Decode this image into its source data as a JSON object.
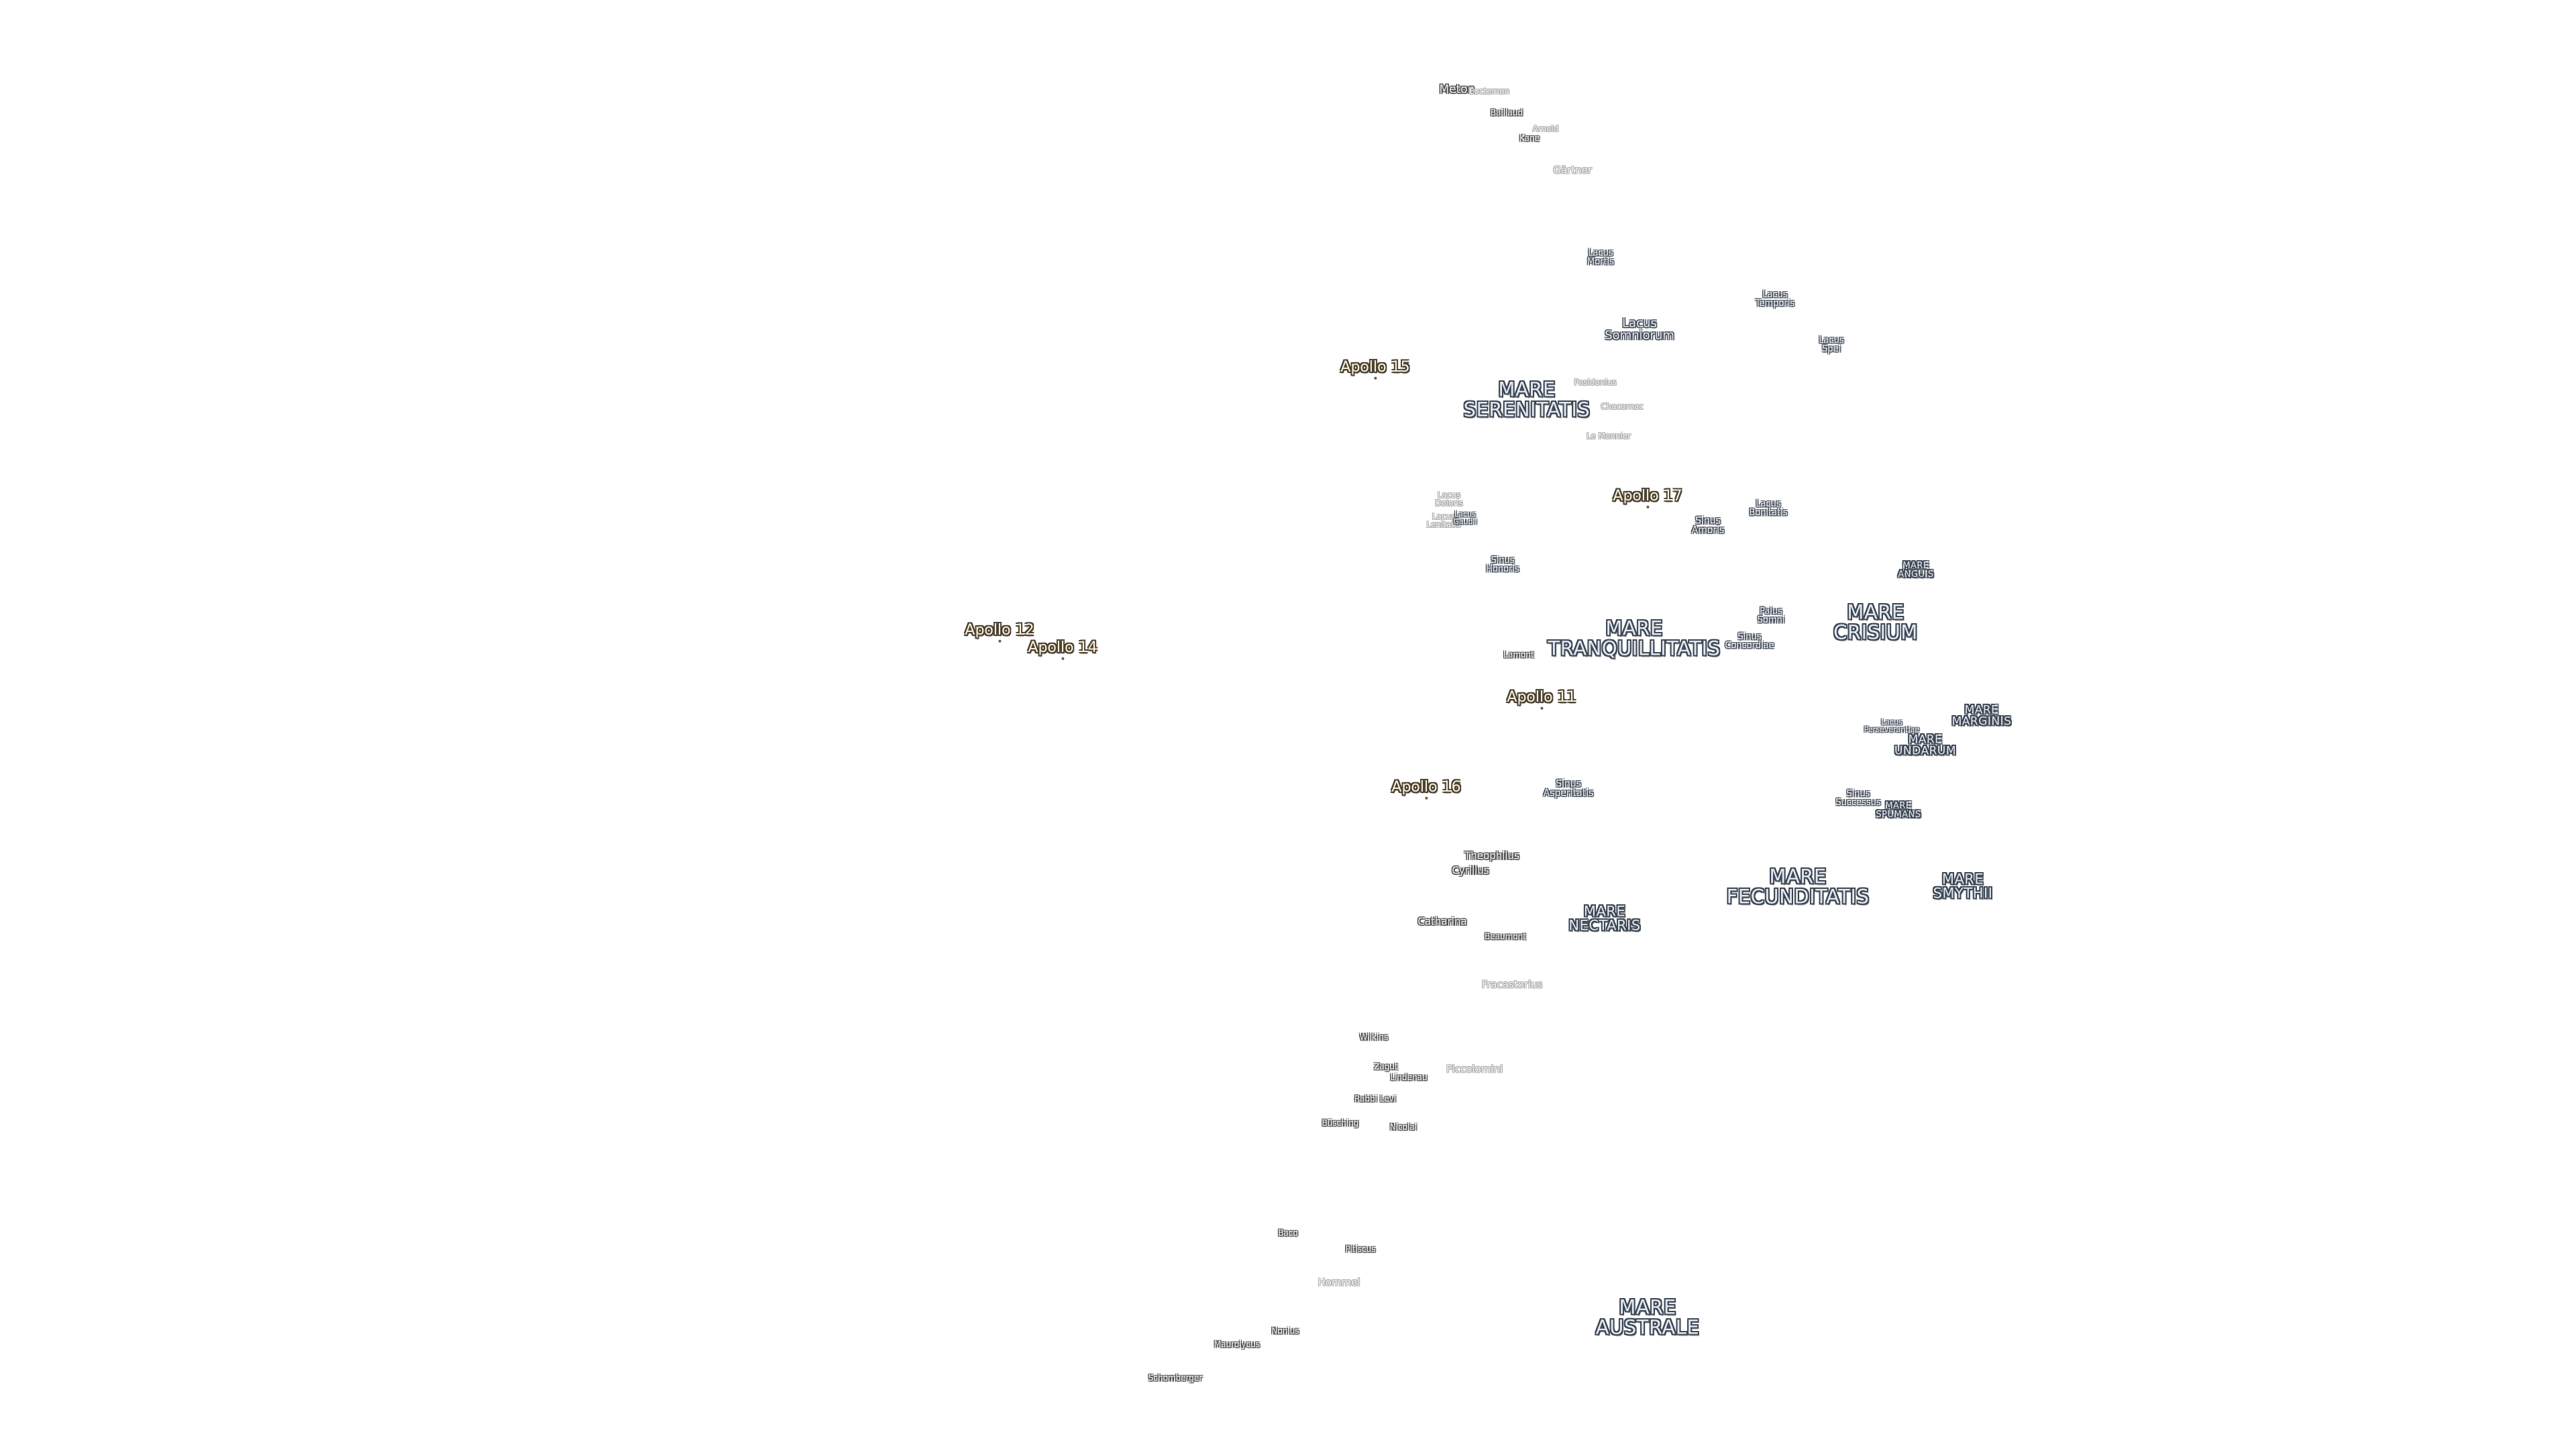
{
  "labels": [
    {
      "id": "mare-serenitatis",
      "text": "MARE\nSERENITATIS",
      "kind": "mare"
    },
    {
      "id": "mare-tranquillitatis",
      "text": "MARE\nTRANQUILLITATIS",
      "kind": "mare"
    },
    {
      "id": "mare-crisium",
      "text": "MARE\nCRISIUM",
      "kind": "mare"
    },
    {
      "id": "mare-fecunditatis",
      "text": "MARE\nFECUNDITATIS",
      "kind": "mare"
    },
    {
      "id": "mare-nectaris",
      "text": "MARE\nNECTARIS",
      "kind": "mare"
    },
    {
      "id": "mare-australe",
      "text": "MARE\nAUSTRALE",
      "kind": "mare"
    },
    {
      "id": "mare-smythii",
      "text": "MARE\nSMYTHII",
      "kind": "mare"
    },
    {
      "id": "mare-marginis",
      "text": "MARE\nMARGINIS",
      "kind": "mare-small"
    },
    {
      "id": "mare-undarum",
      "text": "MARE\nUNDARUM",
      "kind": "mare-small"
    },
    {
      "id": "mare-spumans",
      "text": "MARE\nSPUMANS",
      "kind": "mare-small"
    },
    {
      "id": "mare-anguis",
      "text": "MARE\nANGUIS",
      "kind": "mare-small"
    },
    {
      "id": "lacus-somniorum",
      "text": "Lacus\nSomniorum",
      "kind": "lacus"
    },
    {
      "id": "lacus-mortis",
      "text": "Lacus\nMortis",
      "kind": "lacus-small"
    },
    {
      "id": "lacus-temporis",
      "text": "Lacus\nTemporis",
      "kind": "lacus-small"
    },
    {
      "id": "lacus-spei",
      "text": "Lacus\nSpei",
      "kind": "lacus-small"
    },
    {
      "id": "lacus-bonitatis",
      "text": "Lacus\nBonitatis",
      "kind": "lacus-small"
    },
    {
      "id": "sinus-amoris",
      "text": "Sinus\nAmoris",
      "kind": "lacus-small"
    },
    {
      "id": "sinus-honoris",
      "text": "Sinus\nHonoris",
      "kind": "lacus-small"
    },
    {
      "id": "sinus-concordiae",
      "text": "Sinus\nConcordiae",
      "kind": "lacus-small"
    },
    {
      "id": "palus-somni",
      "text": "Palus\nSomni",
      "kind": "lacus-small"
    },
    {
      "id": "sinus-asperitatis",
      "text": "Sinus\nAsperitatis",
      "kind": "lacus-small"
    },
    {
      "id": "sinus-successus",
      "text": "Sinus\nSuccessus",
      "kind": "lacus-small"
    },
    {
      "id": "lacus-perseverantiae",
      "text": "Lacus\nPerseverantiae",
      "kind": "lacus-small"
    },
    {
      "id": "lacus-doloris",
      "text": "Lacus\nDoloris",
      "kind": "faint"
    },
    {
      "id": "lacus-lenitatis",
      "text": "Lacus\nLenitatis",
      "kind": "faint"
    },
    {
      "id": "lacus-gaudii",
      "text": "Lacus\nGaudii",
      "kind": "lacus-small"
    },
    {
      "id": "apollo-15",
      "text": "Apollo 15",
      "kind": "apollo"
    },
    {
      "id": "apollo-17",
      "text": "Apollo 17",
      "kind": "apollo"
    },
    {
      "id": "apollo-12",
      "text": "Apollo 12",
      "kind": "apollo"
    },
    {
      "id": "apollo-14",
      "text": "Apollo 14",
      "kind": "apollo"
    },
    {
      "id": "apollo-11",
      "text": "Apollo 11",
      "kind": "apollo"
    },
    {
      "id": "apollo-16",
      "text": "Apollo 16",
      "kind": "apollo"
    },
    {
      "id": "crater-meton",
      "text": "Meton",
      "kind": "crater"
    },
    {
      "id": "crater-euctemon",
      "text": "Euctemon",
      "kind": "faint"
    },
    {
      "id": "crater-baillaud",
      "text": "Baillaud",
      "kind": "tiny"
    },
    {
      "id": "crater-arnold",
      "text": "Arnold",
      "kind": "faint"
    },
    {
      "id": "crater-kane",
      "text": "Kane",
      "kind": "tiny"
    },
    {
      "id": "crater-gartner",
      "text": "Gärtner",
      "kind": "faint"
    },
    {
      "id": "crater-posidonius",
      "text": "Posidonius",
      "kind": "faint"
    },
    {
      "id": "crater-chacornac",
      "text": "Chacornac",
      "kind": "faint"
    },
    {
      "id": "crater-le-monnier",
      "text": "Le Monnier",
      "kind": "faint"
    },
    {
      "id": "crater-lamont",
      "text": "Lamont",
      "kind": "tiny"
    },
    {
      "id": "crater-theophilus",
      "text": "Theophilus",
      "kind": "crater"
    },
    {
      "id": "crater-cyrillus",
      "text": "Cyrillus",
      "kind": "crater"
    },
    {
      "id": "crater-catharina",
      "text": "Catharina",
      "kind": "crater"
    },
    {
      "id": "crater-beaumont",
      "text": "Beaumont",
      "kind": "tiny"
    },
    {
      "id": "crater-fracastorius",
      "text": "Fracastorius",
      "kind": "faint"
    },
    {
      "id": "crater-wilkins",
      "text": "Wilkins",
      "kind": "tiny"
    },
    {
      "id": "crater-zagut",
      "text": "Zagut",
      "kind": "tiny"
    },
    {
      "id": "crater-lindenau",
      "text": "Lindenau",
      "kind": "tiny"
    },
    {
      "id": "crater-piccolomini",
      "text": "Piccolomini",
      "kind": "faint"
    },
    {
      "id": "crater-rabbi-levi",
      "text": "Rabbi Levi",
      "kind": "tiny"
    },
    {
      "id": "crater-busching",
      "text": "Büsching",
      "kind": "tiny"
    },
    {
      "id": "crater-nicolai",
      "text": "Nicolai",
      "kind": "tiny"
    },
    {
      "id": "crater-baco",
      "text": "Baco",
      "kind": "tiny"
    },
    {
      "id": "crater-pitiscus",
      "text": "Pitiscus",
      "kind": "tiny"
    },
    {
      "id": "crater-hommel",
      "text": "Hommel",
      "kind": "faint"
    },
    {
      "id": "crater-nonius",
      "text": "Nonius",
      "kind": "tiny"
    },
    {
      "id": "crater-maurolycus",
      "text": "Maurolycus",
      "kind": "tiny"
    },
    {
      "id": "crater-schomberger",
      "text": "Schomberger",
      "kind": "tiny"
    }
  ]
}
